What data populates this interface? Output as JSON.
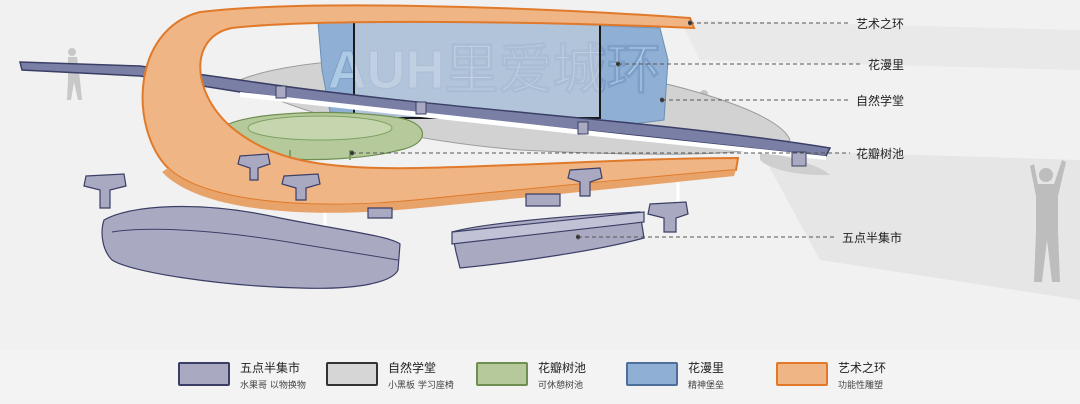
{
  "callouts": [
    {
      "id": "art-ring",
      "label": "艺术之环"
    },
    {
      "id": "flower-lane",
      "label": "花漫里"
    },
    {
      "id": "nature-hall",
      "label": "自然学堂"
    },
    {
      "id": "petal-pool",
      "label": "花瓣树池"
    },
    {
      "id": "market",
      "label": "五点半集市"
    }
  ],
  "sign_text": "AUH里爱城环",
  "legend": [
    {
      "title": "五点半集市",
      "subtitle": "水果哥  以物换物",
      "fill": "#a9a9c2",
      "stroke": "#3b3f66"
    },
    {
      "title": "自然学堂",
      "subtitle": "小黑板  学习座椅",
      "fill": "#d6d6d6",
      "stroke": "#333333"
    },
    {
      "title": "花瓣树池",
      "subtitle": "可休憩树池",
      "fill": "#b6c99a",
      "stroke": "#6f8f52"
    },
    {
      "title": "花漫里",
      "subtitle": "精神堡垒",
      "fill": "#8fb0d4",
      "stroke": "#4d6f99"
    },
    {
      "title": "艺术之环",
      "subtitle": "功能性雕塑",
      "fill": "#f0b584",
      "stroke": "#e07a2a"
    }
  ],
  "colors": {
    "orange_ring": "#f0b584",
    "orange_edge": "#e07a2a",
    "navy": "#3b3f66",
    "bench": "#a9a9c2",
    "blue_sign": "#8fb0d4",
    "green_pool": "#b6c99a"
  }
}
